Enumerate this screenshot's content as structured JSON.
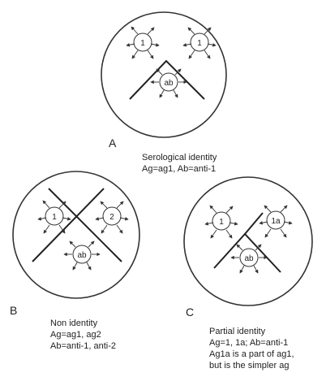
{
  "panels": {
    "a": {
      "letter": "A",
      "caption": [
        "Serological identity",
        "Ag=ag1, Ab=anti-1"
      ],
      "wells": [
        "1",
        "1",
        "ab"
      ]
    },
    "b": {
      "letter": "B",
      "caption": [
        "Non identity",
        "Ag=ag1, ag2",
        "Ab=anti-1, anti-2"
      ],
      "wells": [
        "1",
        "2",
        "ab"
      ]
    },
    "c": {
      "letter": "C",
      "caption": [
        "Partial identity",
        "Ag=1, 1a; Ab=anti-1",
        "Ag1a is a part of ag1,",
        "but is the simpler ag"
      ],
      "wells": [
        "1",
        "1a",
        "ab"
      ]
    }
  }
}
